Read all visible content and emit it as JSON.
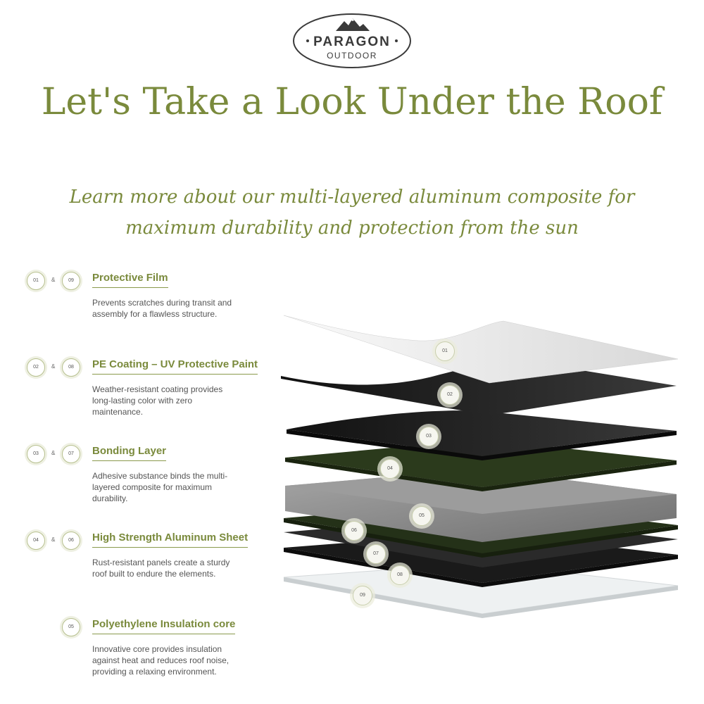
{
  "logo": {
    "main": "PARAGON",
    "sub": "OUTDOOR",
    "icon": "mountain-icon"
  },
  "title": "Let's Take a Look Under the Roof",
  "subtitle": "Learn more about our multi-layered aluminum composite for maximum durability and protection from the sun",
  "colors": {
    "accent": "#7a8a3c",
    "dark_layer": "#1e1e1e",
    "green_layer": "#2b3a1c",
    "gray_layer": "#8a8a8a"
  },
  "features": [
    {
      "badge_a": "01",
      "amp": "&",
      "badge_b": "09",
      "title": "Protective Film",
      "desc": "Prevents scratches during transit and assembly for a flawless structure."
    },
    {
      "badge_a": "02",
      "amp": "&",
      "badge_b": "08",
      "title": "PE Coating – UV Protective Paint",
      "desc": "Weather-resistant coating provides long-lasting color with zero maintenance."
    },
    {
      "badge_a": "03",
      "amp": "&",
      "badge_b": "07",
      "title": "Bonding Layer",
      "desc": "Adhesive substance binds the multi-layered composite for maximum durability."
    },
    {
      "badge_a": "04",
      "amp": "&",
      "badge_b": "06",
      "title": "High Strength Aluminum Sheet",
      "desc": "Rust-resistant panels create a sturdy roof built to endure the elements."
    },
    {
      "badge_a": "05",
      "title": "Polyethylene Insulation core",
      "desc": "Innovative core provides insulation against heat and reduces roof noise, providing a relaxing environment."
    }
  ],
  "layer_markers": [
    "01",
    "02",
    "03",
    "04",
    "05",
    "06",
    "07",
    "08",
    "09"
  ]
}
